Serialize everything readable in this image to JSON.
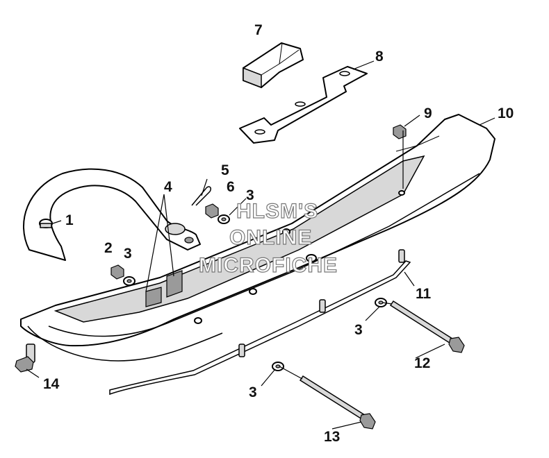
{
  "callouts": {
    "c1": "1",
    "c2": "2",
    "c3a": "3",
    "c3b": "3",
    "c3c": "3",
    "c3d": "3",
    "c4": "4",
    "c5": "5",
    "c6": "6",
    "c7": "7",
    "c8": "8",
    "c9": "9",
    "c10": "10",
    "c11": "11",
    "c12": "12",
    "c13": "13",
    "c14": "14"
  },
  "watermark": {
    "line1": "HLSM'S",
    "line2": "ONLINE",
    "line3": "MICROFICHE"
  }
}
